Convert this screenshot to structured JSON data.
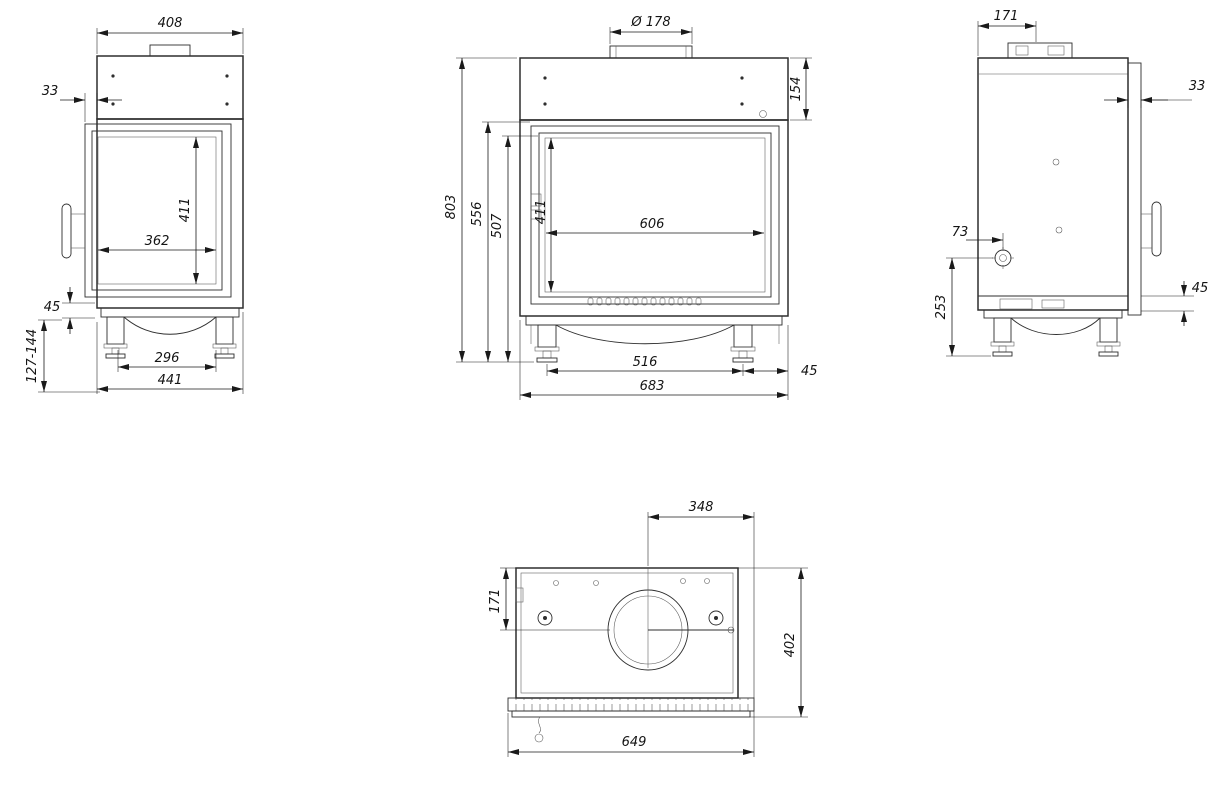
{
  "page": {
    "background": "#ffffff",
    "line_color": "#2e2e2e",
    "dim_color": "#1a1a1a"
  },
  "views": {
    "left_side": {
      "dims": {
        "top_width": "408",
        "frame_offset": "33",
        "glass_height": "411",
        "glass_width": "362",
        "base_height": "45",
        "feet_spacing": "296",
        "overall_depth": "441",
        "leg_height_range": "127-144"
      }
    },
    "front": {
      "dims": {
        "flue_diameter": "Ø 178",
        "plenum_height": "154",
        "overall_height": "803",
        "body_height": "556",
        "firebox_height": "507",
        "glass_height": "411",
        "glass_width": "606",
        "feet_spacing": "516",
        "base_offset": "45",
        "overall_width": "683"
      }
    },
    "right_side": {
      "dims": {
        "flue_depth": "171",
        "frame_offset": "33",
        "inlet_offset": "73",
        "inlet_height": "253",
        "base_height": "45"
      }
    },
    "top": {
      "dims": {
        "flue_center_offset": "348",
        "flue_center_depth": "171",
        "overall_depth": "402",
        "overall_width": "649"
      }
    }
  }
}
